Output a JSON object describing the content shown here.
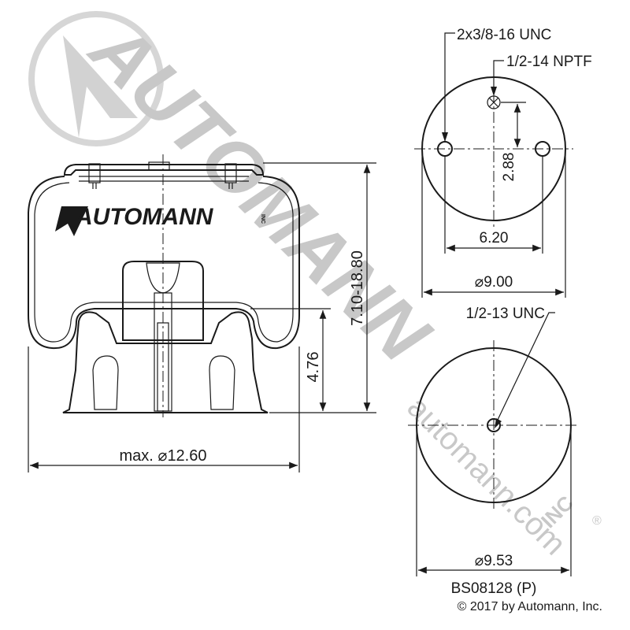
{
  "watermark": {
    "brand": "AUTOMANN",
    "url": "automann.com",
    "mark": "INC",
    "reg": "®"
  },
  "side_view": {
    "logo_text": "AUTOMANN",
    "logo_mark": "INC",
    "dim_diameter": "max. ⌀12.60",
    "dim_height_range": "7.10-18.80",
    "dim_piston_height": "4.76"
  },
  "top_view": {
    "callout_studs": "2x3/8-16 UNC",
    "callout_air_fitting": "1/2-14 NPTF",
    "dim_offset": "2.88",
    "dim_stud_spacing": "6.20",
    "dim_diameter": "⌀9.00"
  },
  "bottom_view": {
    "callout_bolt": "1/2-13 UNC",
    "dim_diameter": "⌀9.53"
  },
  "part_number": "BS08128 (P)",
  "copyright": "© 2017 by Automann, Inc."
}
